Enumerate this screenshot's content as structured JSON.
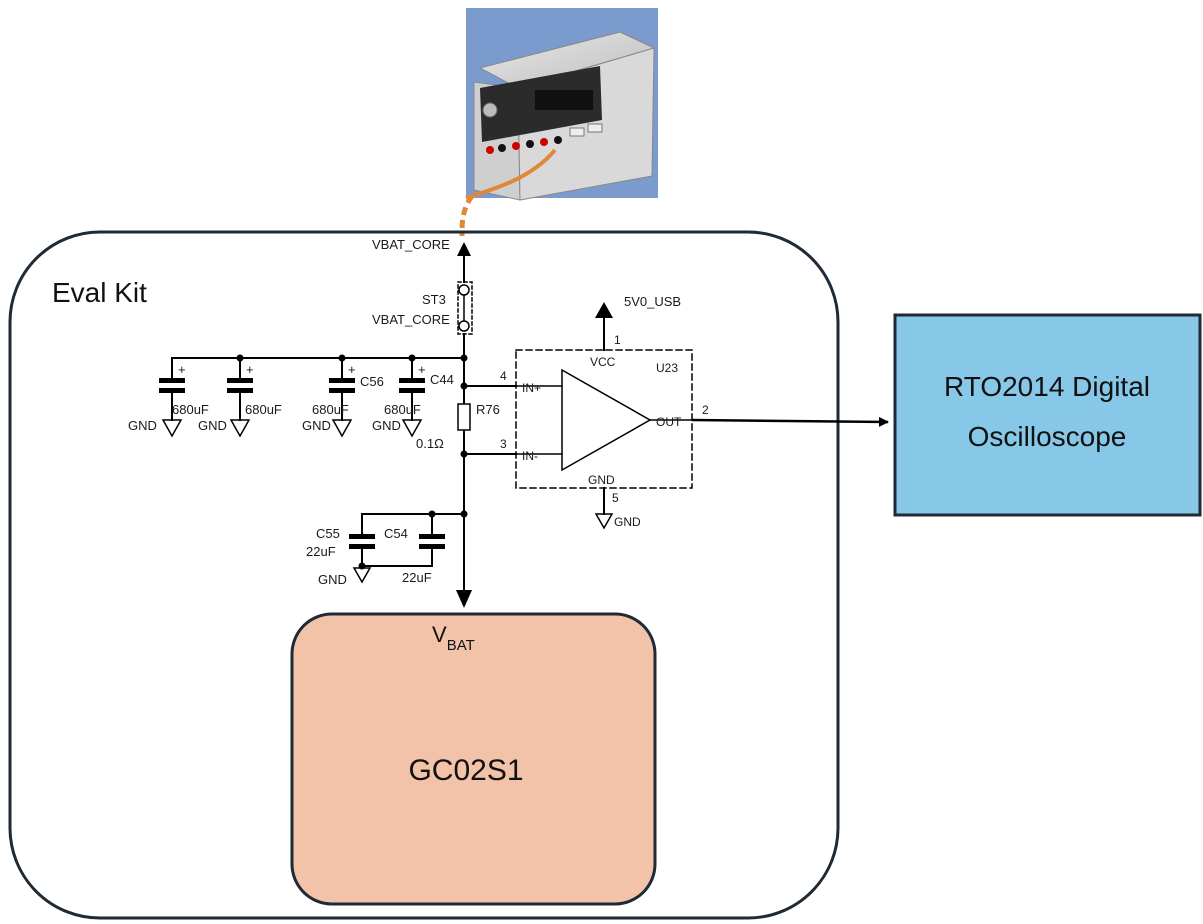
{
  "colors": {
    "accent_box": "#87c7e8",
    "device_box": "#f3c3a9",
    "psu_bg": "#7b9bcf",
    "cable": "#e0873a",
    "line": "#000000"
  },
  "eval_kit": {
    "label": "Eval Kit"
  },
  "scope": {
    "line1": "RTO2014 Digital",
    "line2": "Oscilloscope"
  },
  "device": {
    "name": "GC02S1",
    "vbat_main": "V",
    "vbat_sub": "BAT"
  },
  "schematic": {
    "vbat_core_top": "VBAT_CORE",
    "st3": "ST3",
    "vbat_core_2": "VBAT_CORE",
    "usb": "5V0_USB",
    "vcc": "VCC",
    "u23": "U23",
    "in_plus": "IN+",
    "in_minus": "IN-",
    "out": "OUT",
    "gnd_chip": "GND",
    "gnd_right": "GND",
    "pin1": "1",
    "pin2": "2",
    "pin3": "3",
    "pin4": "4",
    "pin5": "5",
    "r76": "R76",
    "r76_value": "0.1Ω",
    "c56": "C56",
    "c44": "C44",
    "cap_a_value": "680uF",
    "cap_b_value": "680uF",
    "cap_c_value": "680uF",
    "cap_d_value": "680uF",
    "gnd_a": "GND",
    "gnd_b": "GND",
    "gnd_c": "GND",
    "gnd_d": "GND",
    "c55": "C55",
    "c55_value": "22uF",
    "c54": "C54",
    "c54_value": "22uF",
    "gnd_bottom": "GND",
    "plus": "+"
  },
  "icons": {
    "power_supply": "bench-power-supply-icon"
  }
}
